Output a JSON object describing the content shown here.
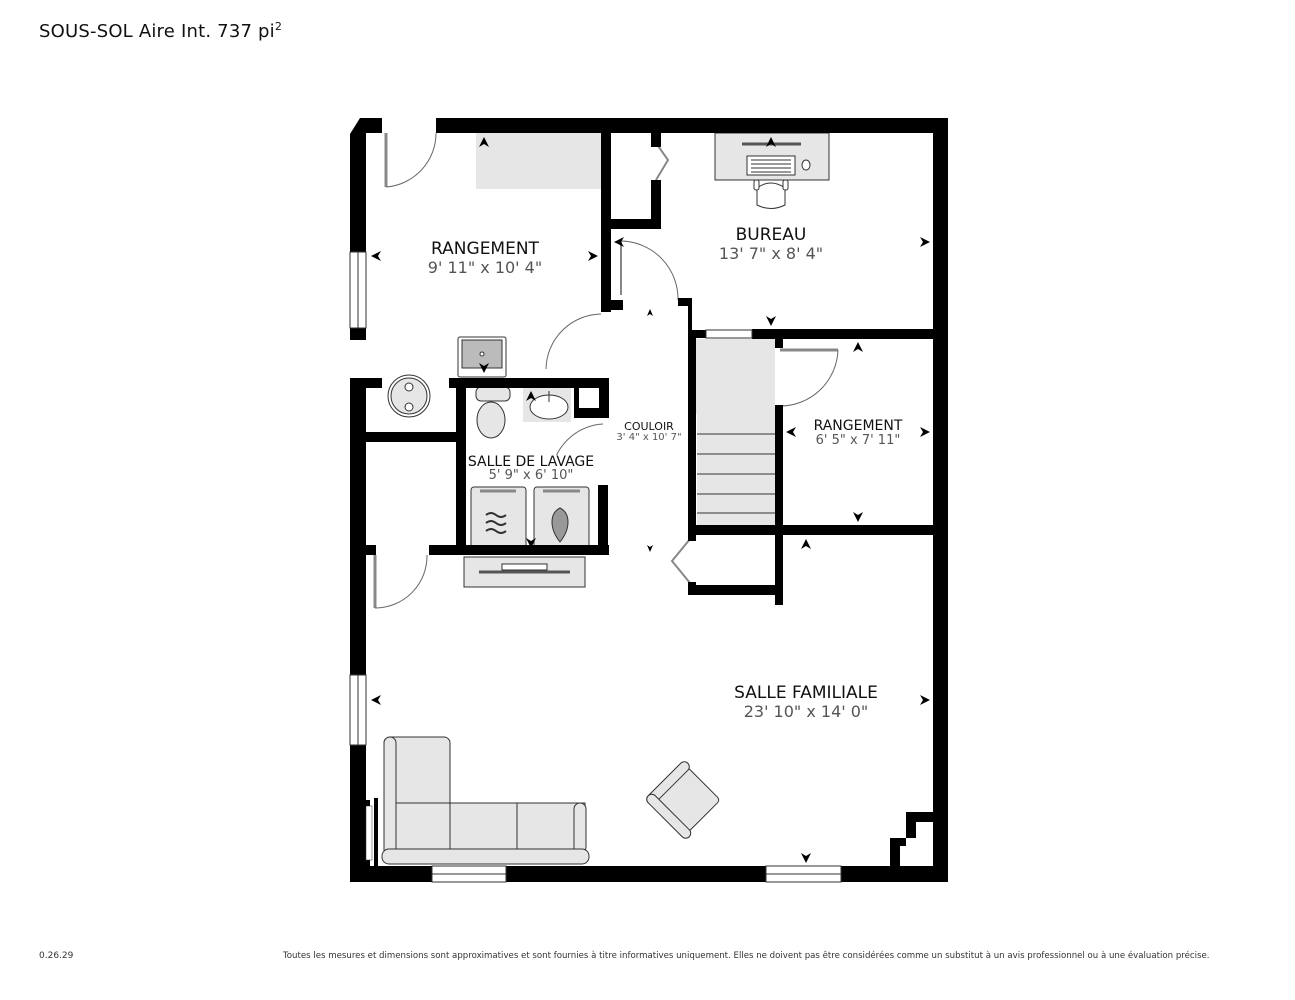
{
  "header": {
    "level": "SOUS-SOL",
    "area_label": "Aire Int. 737 pi",
    "area_unit_sup": "2"
  },
  "rooms": [
    {
      "id": "rangement-1",
      "name": "RANGEMENT",
      "dimensions": "9' 11\" x 10' 4\""
    },
    {
      "id": "bureau",
      "name": "BUREAU",
      "dimensions": "13' 7\" x 8' 4\""
    },
    {
      "id": "rangement-2",
      "name": "RANGEMENT",
      "dimensions": "6' 5\" x 7' 11\""
    },
    {
      "id": "couloir",
      "name": "COULOIR",
      "dimensions": "3' 4\" x 10' 7\""
    },
    {
      "id": "salle-de-lavage",
      "name": "SALLE DE LAVAGE",
      "dimensions": "5' 9\" x 6' 10\""
    },
    {
      "id": "salle-familiale",
      "name": "SALLE FAMILIALE",
      "dimensions": "23' 10\" x 14' 0\""
    }
  ],
  "fixtures": [
    "desk",
    "office-chair",
    "sink-vanity",
    "utility-sink",
    "toilet",
    "water-heater",
    "dryer",
    "washer",
    "stairs",
    "sectional-sofa",
    "armchair"
  ],
  "colors": {
    "wall": "#000000",
    "fixture_fill": "#e6e6e6",
    "fixture_stroke": "#333333",
    "text_name": "#111111",
    "text_dim": "#555555"
  },
  "footer": {
    "version": "0.26.29",
    "disclaimer": "Toutes les mesures et dimensions sont approximatives et sont fournies à titre informatives uniquement. Elles ne doivent pas être considérées comme un substitut à un avis professionnel ou à une évaluation précise."
  }
}
